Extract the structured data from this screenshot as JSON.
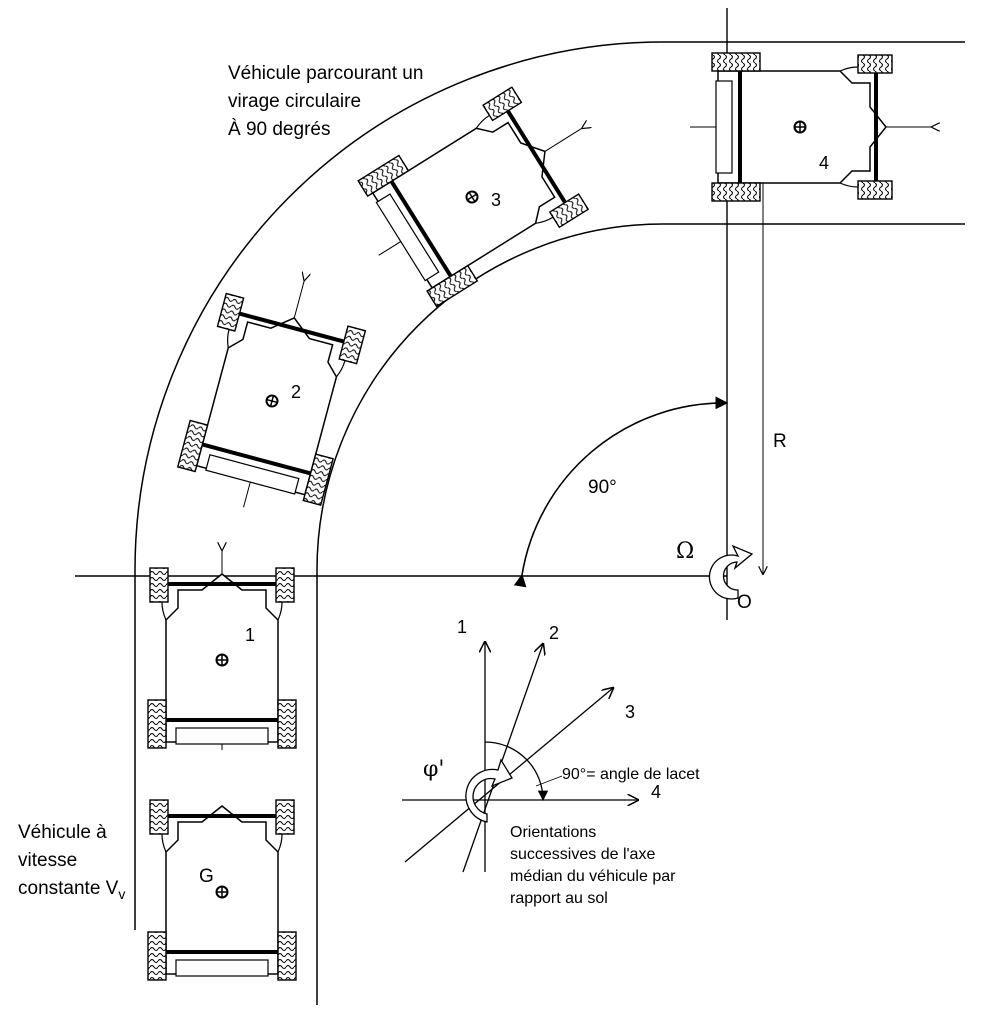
{
  "title_lines": [
    "Véhicule parcourant un",
    "virage circulaire",
    "À 90 degrés"
  ],
  "left_caption_lines": [
    "Véhicule à",
    "vitesse",
    "constante V"
  ],
  "velocity_subscript": "v",
  "center_of_mass_label": "G",
  "vehicle_numbers": [
    "1",
    "2",
    "3",
    "4"
  ],
  "radius_label": "R",
  "center_label": "O",
  "angular_velocity_label": "Ω",
  "turn_angle_label": "90°",
  "orientation_axes_labels": [
    "1",
    "2",
    "3",
    "4"
  ],
  "yaw_rate_label": "φ'",
  "yaw_angle_note": "90°= angle de lacet",
  "orientation_caption_lines": [
    "Orientations",
    "successives de l'axe",
    "médian du véhicule par",
    "rapport au sol"
  ]
}
